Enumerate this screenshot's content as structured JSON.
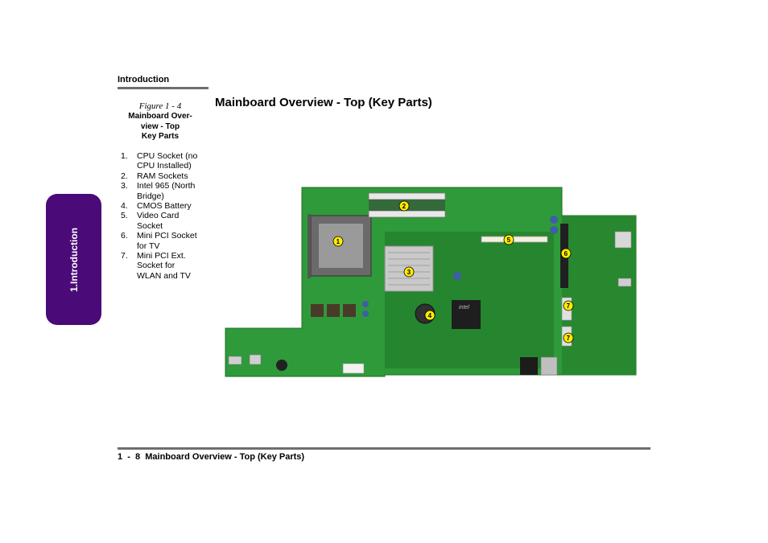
{
  "header": {
    "section_label": "Introduction"
  },
  "side_tab": {
    "label": "1.Introduction"
  },
  "figure": {
    "number": "Figure 1 - 4",
    "title_lines": [
      "Mainboard Over-",
      "view - Top",
      "Key Parts"
    ]
  },
  "parts": [
    {
      "num": "1.",
      "lines": [
        "CPU Socket (no",
        "CPU Installed)"
      ]
    },
    {
      "num": "2.",
      "lines": [
        "RAM Sockets"
      ]
    },
    {
      "num": "3.",
      "lines": [
        "Intel 965 (North",
        "Bridge)"
      ]
    },
    {
      "num": "4.",
      "lines": [
        "CMOS Battery"
      ]
    },
    {
      "num": "5.",
      "lines": [
        "Video Card",
        "Socket"
      ]
    },
    {
      "num": "6.",
      "lines": [
        "Mini PCI Socket",
        "for TV"
      ]
    },
    {
      "num": "7.",
      "lines": [
        "Mini PCI Ext.",
        "Socket for",
        "WLAN and TV"
      ]
    }
  ],
  "page_title": "Mainboard Overview - Top (Key Parts)",
  "board": {
    "chip_label": "intel",
    "callouts": [
      "1",
      "2",
      "3",
      "4",
      "5",
      "6",
      "7",
      "7"
    ]
  },
  "footer": {
    "text": "1  -  8  Mainboard Overview - Top (Key Parts)"
  },
  "colors": {
    "tab": "#4a0a78",
    "rule": "#6e6e6e",
    "pcb": "#2f9a3a",
    "callout": "#ffec00"
  }
}
